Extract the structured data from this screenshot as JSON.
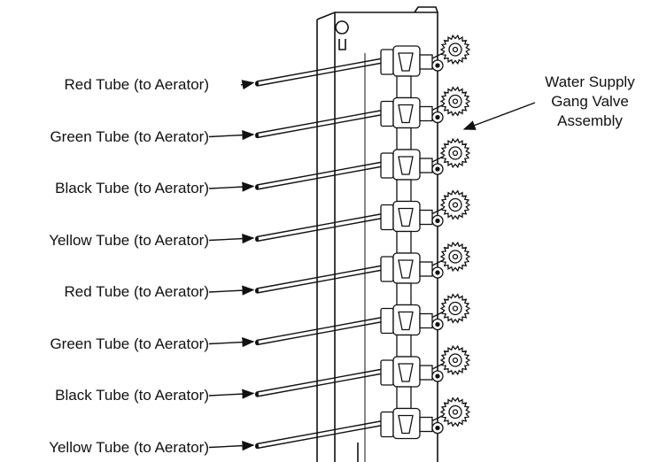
{
  "tube_labels": [
    "Red Tube (to Aerator)",
    "Green Tube (to Aerator)",
    "Black Tube (to Aerator)",
    "Yellow Tube (to Aerator)",
    "Red Tube (to Aerator)",
    "Green Tube (to Aerator)",
    "Black Tube (to Aerator)",
    "Yellow Tube (to Aerator)"
  ],
  "callout": {
    "line1": "Water Supply",
    "line2": "Gang Valve",
    "line3": "Assembly"
  },
  "colors": {
    "line": "#111111",
    "background": "#ffffff"
  }
}
